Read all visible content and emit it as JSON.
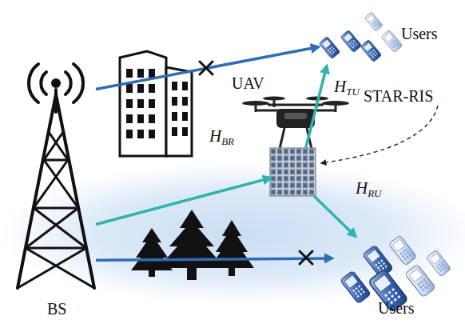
{
  "diagram": {
    "nodes": [
      {
        "text": [
          "Users"
        ]
      },
      {
        "text": [
          "UAV"
        ]
      },
      {
        "text": [
          "STAR-RIS"
        ],
        "in": 1
      },
      {
        "text": [
          "Users"
        ]
      },
      {
        "text": [
          "BS"
        ]
      }
    ],
    "edges": [
      {
        "from": 4,
        "to": 0,
        "arrow": "to"
      },
      {
        "from": 4,
        "to": 2,
        "arrow": "to",
        "label": "HBR"
      },
      {
        "from": 2,
        "to": 0,
        "arrow": "to",
        "label": "HTU"
      },
      {
        "from": 2,
        "to": 3,
        "arrow": "to",
        "label": "HRU"
      },
      {
        "from": 4,
        "to": 3,
        "arrow": "to"
      }
    ]
  }
}
